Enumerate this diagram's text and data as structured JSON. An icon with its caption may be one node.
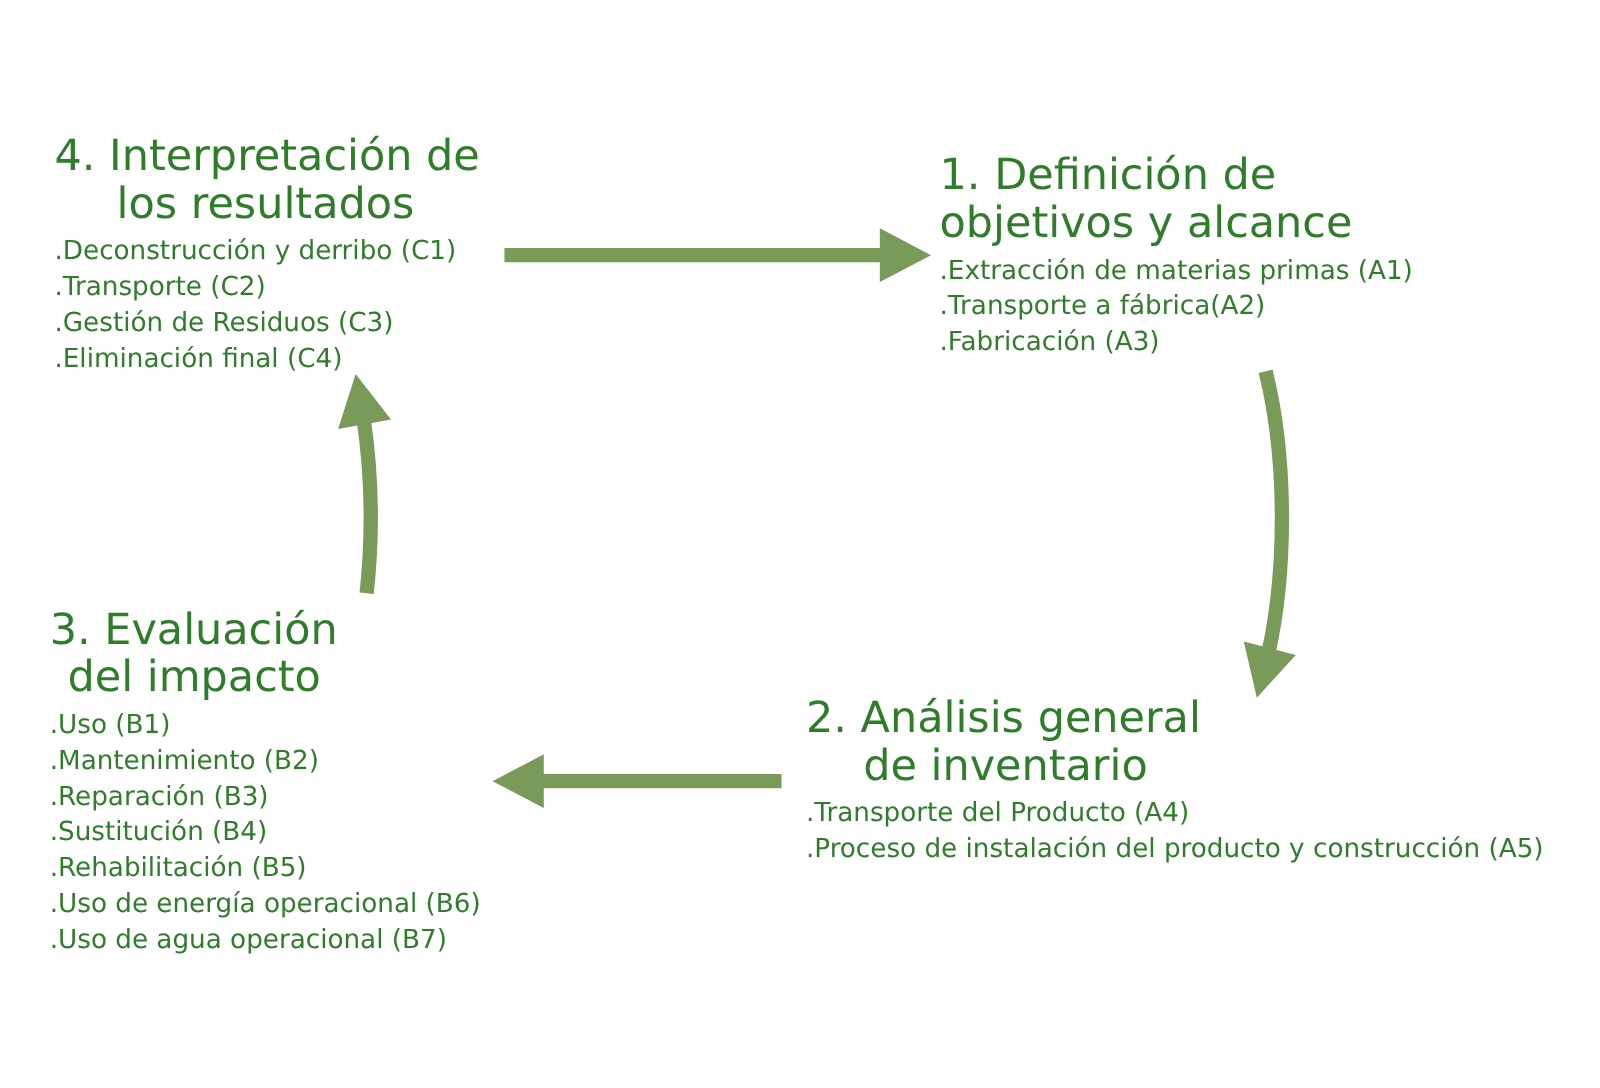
{
  "diagram": {
    "nodes": [
      {
        "text": [
          "4. Interpretación de los resultados",
          ".Deconstrucción y derribo (C1)",
          ".Transporte (C2)",
          ".Gestión de Residuos (C3)",
          ".Eliminación final (C4)"
        ]
      },
      {
        "text": [
          "1. Definición de objetivos y alcance",
          ".Extracción de materias primas (A1)",
          ".Transporte a fábrica(A2)",
          ".Fabricación (A3)"
        ]
      },
      {
        "text": [
          "3. Evaluación del impacto",
          ".Uso (B1)",
          ".Mantenimiento (B2)",
          ".Reparación (B3)",
          ".Sustitución (B4)",
          ".Rehabilitación (B5)",
          ".Uso de energía operacional (B6)",
          ".Uso de agua operacional (B7)"
        ]
      },
      {
        "text": [
          "2. Análisis general de inventario",
          ".Transporte del Producto (A4)",
          ".Proceso de instalación del producto y construcción (A5)"
        ]
      }
    ],
    "edges": [
      {
        "from": 0,
        "to": 1,
        "arrow": "to"
      },
      {
        "from": 1,
        "to": 3,
        "arrow": "to"
      },
      {
        "from": 3,
        "to": 2,
        "arrow": "to"
      },
      {
        "from": 2,
        "to": 0,
        "arrow": "to"
      }
    ]
  }
}
